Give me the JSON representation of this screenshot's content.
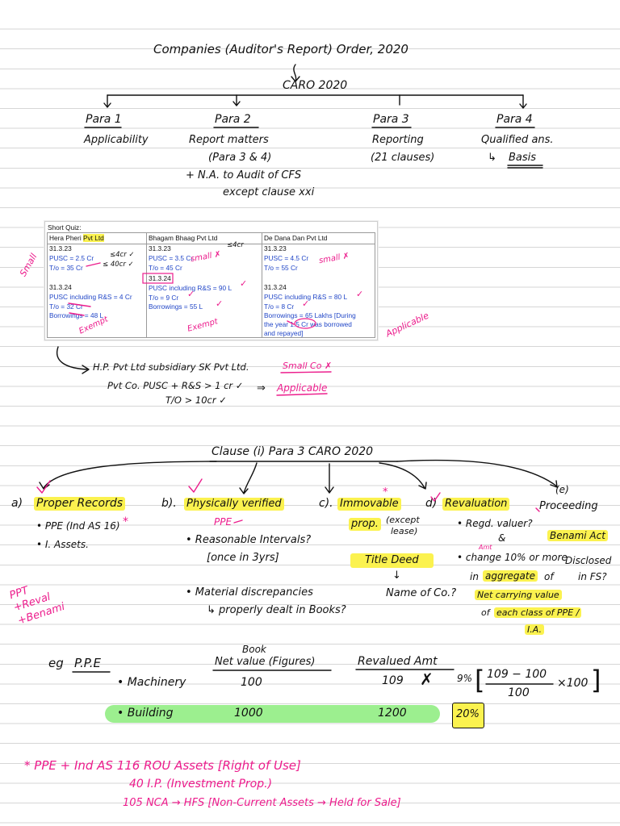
{
  "colors": {
    "ink": "#111111",
    "pink": "#ec1c8c",
    "yellow": "#fbf24f",
    "green": "#9cef8f",
    "quiz_blue": "#2146c7",
    "rule": "#d6d6d6"
  },
  "title": "Companies (Auditor's Report) Order, 2020",
  "caro": "CARO 2020",
  "paras": [
    {
      "label": "Para 1",
      "lines": [
        "Applicability"
      ]
    },
    {
      "label": "Para 2",
      "lines": [
        "Report matters",
        "(Para 3 & 4)",
        "+ N.A. to Audit of CFS",
        "except clause xxi"
      ]
    },
    {
      "label": "Para 3",
      "lines": [
        "Reporting",
        "(21 clauses)"
      ]
    },
    {
      "label": "Para 4",
      "lines": [
        "Qualified ans.",
        "↳",
        "Basis"
      ]
    }
  ],
  "quiz": {
    "heading": "Short Quiz:",
    "columns": [
      {
        "name": "Hera Pheri ",
        "name_highlight": "Pvt Ltd",
        "lines": [
          "31.3.23",
          "PUSC = 2.5 Cr",
          "T/o = 35 Cr",
          "31.3.24",
          "PUSC including R&S = 4 Cr",
          "T/o = 32 Cr",
          "Borrowings = 48 L"
        ]
      },
      {
        "name": "Bhagam Bhaag Pvt Ltd",
        "lines": [
          "31.3.23",
          "PUSC = 3.5 Cr",
          "T/o = 45 Cr",
          "31.3.24",
          "PUSC including R&S = 90 L",
          "T/o = 9 Cr",
          "Borrowings = 55 L"
        ]
      },
      {
        "name": "De Dana Dan Pvt Ltd",
        "lines": [
          "31.3.23",
          "PUSC = 4.5 Cr",
          "T/o = 55 Cr",
          "31.3.24",
          "PUSC including R&S = 80 L",
          "T/o = 8 Cr",
          "Borrowings = 65 Lakhs [During",
          "the year 1.5 Cr was borrowed",
          "and repayed]"
        ]
      }
    ],
    "marks": {
      "c1_pusc": "≤4cr ✓",
      "c1_to": "≤ 40cr ✓",
      "c1_small": "Small",
      "c1_exempt": "Exempt",
      "c2_pusc": "≤4cr",
      "c2_small": "small ✗",
      "check": "✓",
      "c2_exempt": "Exempt",
      "c3_small": "small ✗",
      "c3_applicable": "Applicable"
    }
  },
  "conclusion": {
    "line1": "H.P. Pvt Ltd subsidiary SK Pvt Ltd.",
    "small_co": "Small Co ✗",
    "line2": "Pvt Co. PUSC + R&S > 1 cr ✓",
    "implies": "⇒",
    "applicable": "Applicable",
    "line3": "T/O > 10cr ✓"
  },
  "clause": {
    "heading": "Clause (i) Para 3 CARO 2020",
    "a": {
      "marker": "a)",
      "title": "Proper Records",
      "items": [
        "• PPE (Ind AS 16)",
        "*",
        "• I. Assets."
      ]
    },
    "b": {
      "marker": "b).",
      "title": "Physically verified",
      "note": "PPE",
      "items": [
        "• Reasonable Intervals?",
        "[once in 3yrs]",
        "• Material discrepancies",
        "↳ properly dealt in Books?"
      ]
    },
    "c": {
      "marker": "c).",
      "title": "Immovable",
      "title2": "prop.",
      "except1": "(except",
      "except2": "lease)",
      "deed": "Title Deed",
      "arrow": "↓",
      "name": "Name of Co.?",
      "star": "*"
    },
    "d": {
      "marker": "d)",
      "title": "Revaluation",
      "valuer": "• Regd. valuer?",
      "and": "&",
      "amt": "Amt",
      "change": "• change 10% or more",
      "in": "in",
      "aggregate": "aggregate",
      "of": "of",
      "ncv": "Net carrying value",
      "of2": "of",
      "class": "each class of PPE /",
      "ia": "I.A."
    },
    "e": {
      "marker": "(e)",
      "title": "Proceeding",
      "act": "Benami Act",
      "q1": "Disclosed",
      "q2": "in FS?"
    }
  },
  "side_note": [
    "PPT",
    "+Reval",
    "+Benami"
  ],
  "example": {
    "eg": "eg",
    "head": "P.P.E",
    "book": "Book",
    "net_value": "Net value (Figures)",
    "revalued": "Revalued Amt",
    "rows": [
      {
        "name": "• Machinery",
        "book": "100",
        "reval": "109",
        "mark": "✗",
        "change": "9%"
      },
      {
        "name": "• Building",
        "book": "1000",
        "reval": "1200",
        "change": "20%"
      }
    ],
    "formula": {
      "open": "[",
      "num": "109 − 100",
      "den": "100",
      "mult": "×100",
      "close": "]"
    }
  },
  "footnote": [
    "* PPE + Ind AS 116 ROU Assets [Right of Use]",
    "40 I.P. (Investment Prop.)",
    "105 NCA → HFS [Non-Current Assets → Held for Sale]"
  ]
}
